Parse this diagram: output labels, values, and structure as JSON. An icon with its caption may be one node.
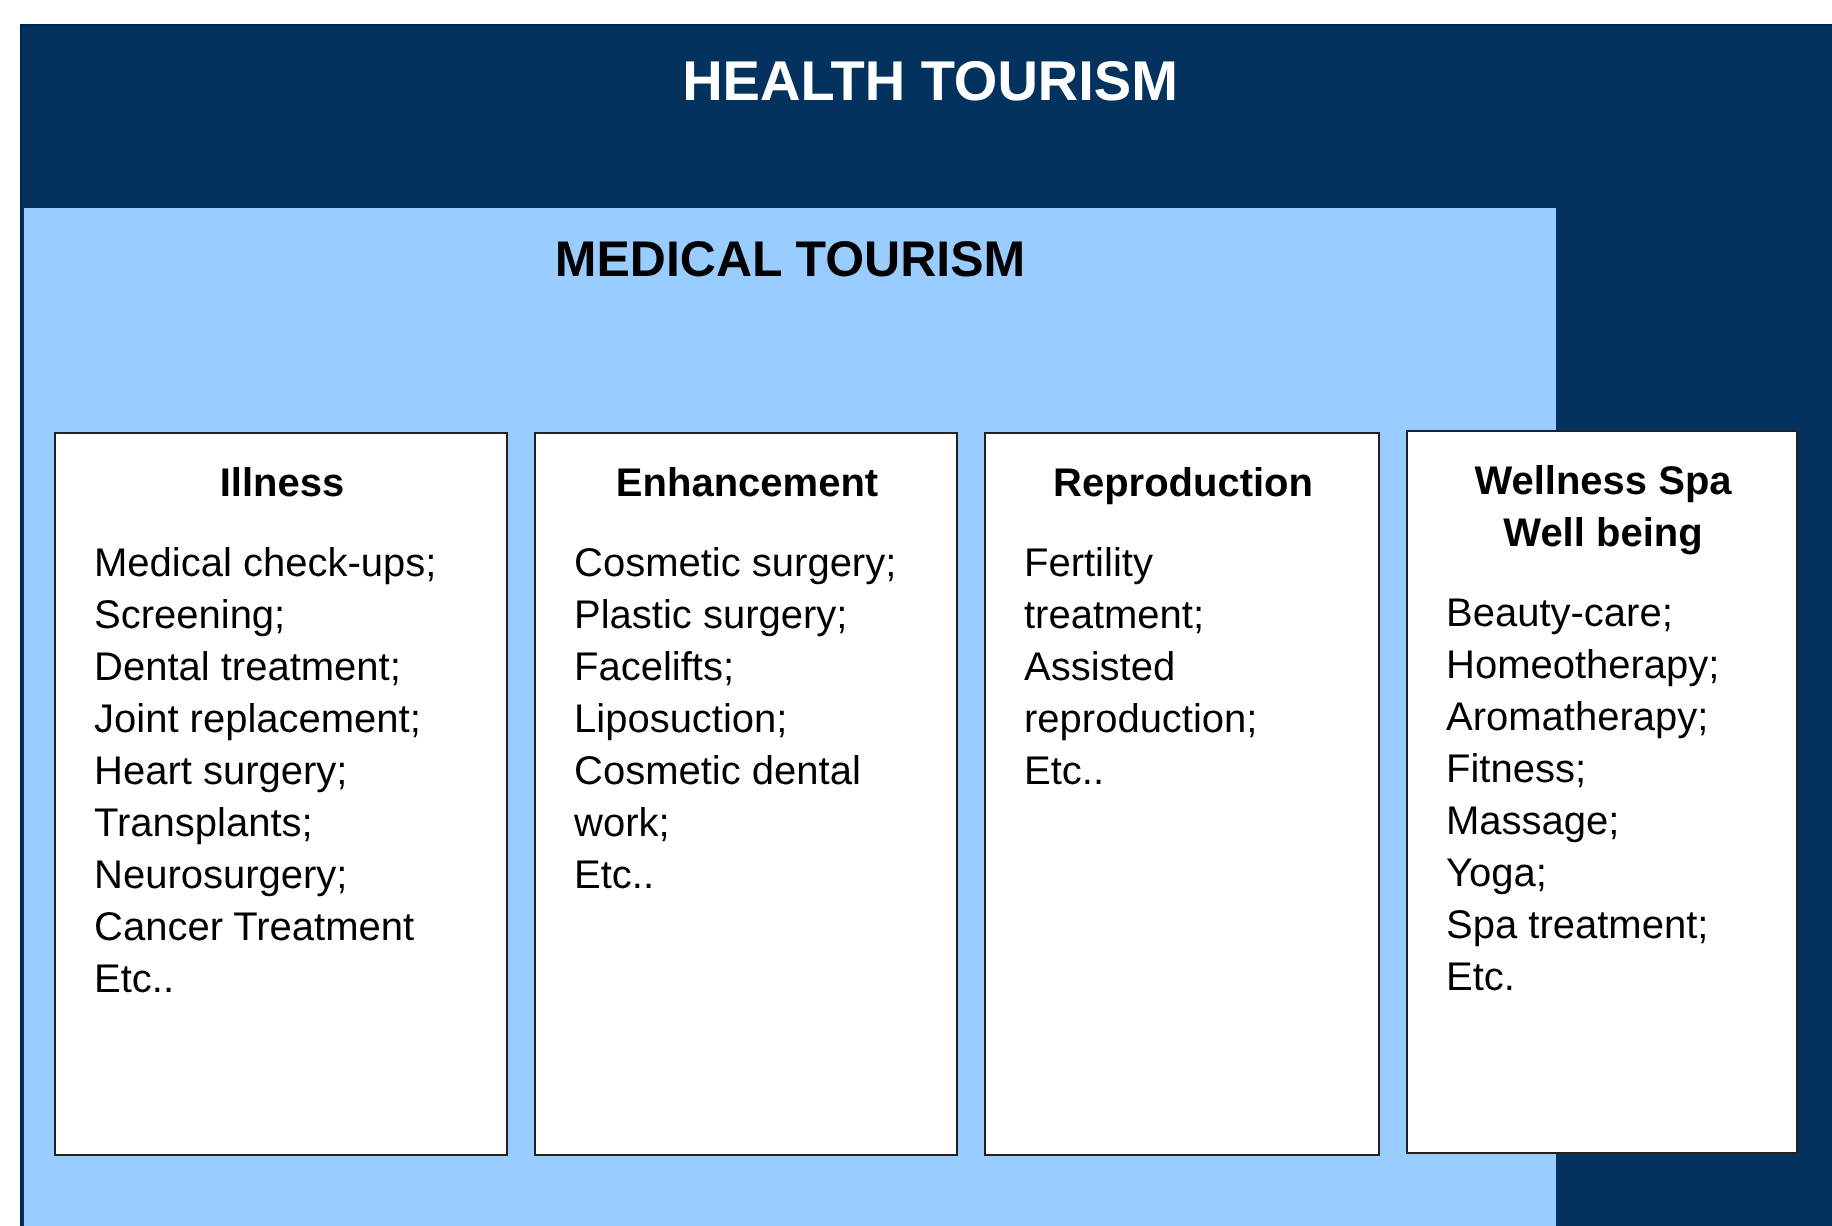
{
  "diagram": {
    "nodes": [
      {
        "text": [
          "HEALTH TOURISM"
        ]
      },
      {
        "text": [
          "MEDICAL TOURISM"
        ],
        "in": 0
      },
      {
        "text": [
          "Illness",
          "Medical check-ups;",
          "Screening;",
          "Dental treatment;",
          "Joint replacement;",
          "Heart surgery;",
          "Transplants;",
          "Neurosurgery;",
          "Cancer Treatment",
          "Etc.."
        ],
        "in": 1
      },
      {
        "text": [
          "Enhancement",
          "Cosmetic surgery;",
          "Plastic surgery;",
          "Facelifts;",
          "Liposuction;",
          "Cosmetic dental work;",
          "Etc.."
        ],
        "in": 1
      },
      {
        "text": [
          "Reproduction",
          "Fertility treatment;",
          "Assisted reproduction;",
          "Etc.."
        ],
        "in": 1
      },
      {
        "text": [
          "Wellness Spa Well being",
          "Beauty-care;",
          "Homeotherapy;",
          "Aromatherapy;",
          "Fitness;",
          "Massage;",
          "Yoga;",
          "Spa treatment;",
          "Etc."
        ],
        "in": 0
      }
    ],
    "edges": []
  }
}
